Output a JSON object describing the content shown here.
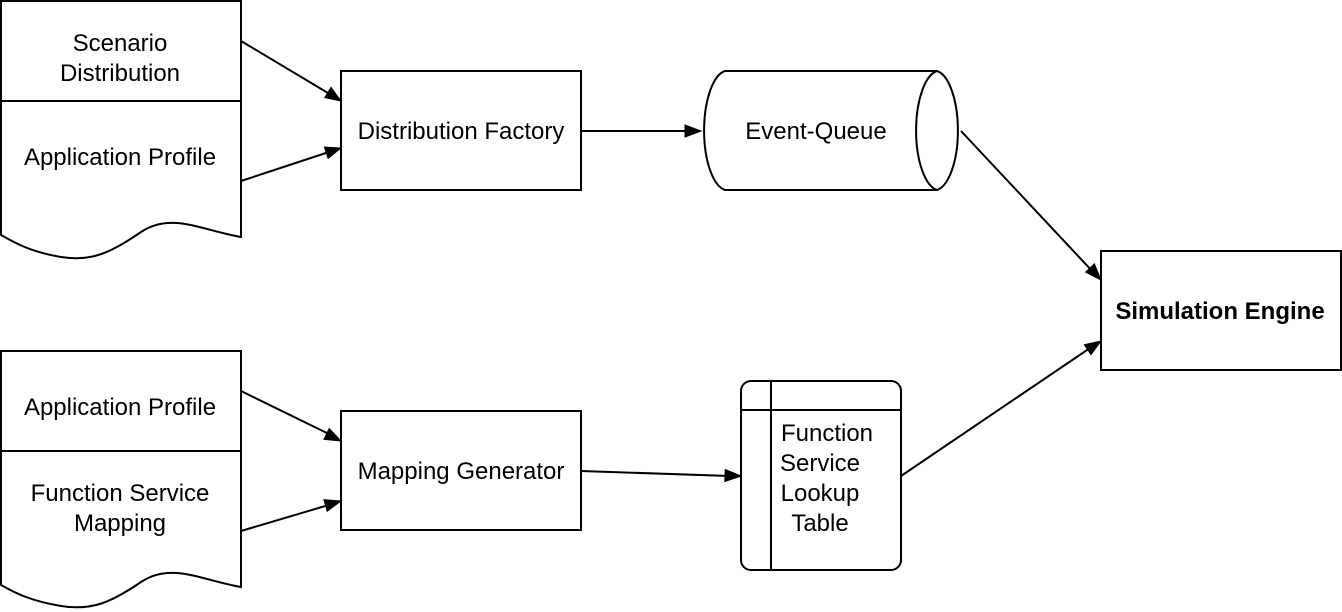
{
  "nodes": {
    "doc_top": {
      "section_1_lines": [
        "Scenario",
        "Distribution"
      ],
      "section_2_lines": [
        "Application Profile"
      ]
    },
    "doc_bottom": {
      "section_1_lines": [
        "Application Profile"
      ],
      "section_2_lines": [
        "Function Service",
        "Mapping"
      ]
    },
    "distribution_factory": {
      "label": "Distribution Factory"
    },
    "mapping_generator": {
      "label": "Mapping Generator"
    },
    "event_queue": {
      "label": "Event-Queue"
    },
    "lookup_table": {
      "label_lines": [
        "Function",
        "Service",
        "Lookup",
        "Table"
      ]
    },
    "simulation_engine": {
      "label": "Simulation Engine"
    }
  },
  "edges": [
    {
      "from": "Scenario Distribution",
      "to": "Distribution Factory"
    },
    {
      "from": "Application Profile",
      "to": "Distribution Factory"
    },
    {
      "from": "Distribution Factory",
      "to": "Event-Queue"
    },
    {
      "from": "Event-Queue",
      "to": "Simulation Engine"
    },
    {
      "from": "Application Profile",
      "to": "Mapping Generator"
    },
    {
      "from": "Function Service Mapping",
      "to": "Mapping Generator"
    },
    {
      "from": "Mapping Generator",
      "to": "Function Service Lookup Table"
    },
    {
      "from": "Function Service Lookup Table",
      "to": "Simulation Engine"
    }
  ]
}
